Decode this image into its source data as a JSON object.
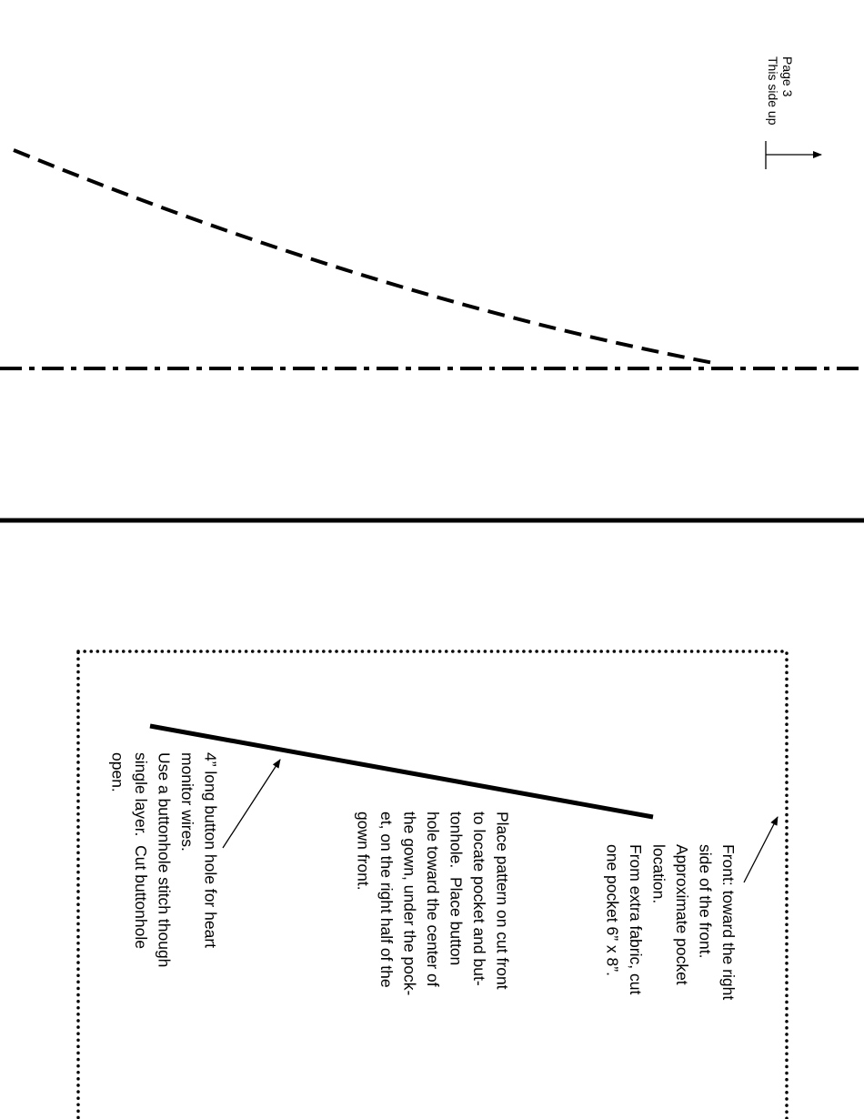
{
  "header": {
    "page_label": "Page 3",
    "orientation_note": "This side up"
  },
  "notes": {
    "front_note": "Front: toward the right\nside of the front.\nApproximate pocket\nlocation.\nFrom extra fabric, cut\none pocket 6” x 8”.",
    "placement_note": "Place pattern on cut front\nto locate pocket and but-\ntonhole.  Place button\nhole toward the center of\nthe gown, under the pock-\net, on the right half of the\ngown front.",
    "buttonhole_note": "4” long button hole for heart\nmonitor wires.\nUse a buttonhole stitch though\nsingle layer.  Cut buttonhole\nopen."
  },
  "colors": {
    "ink": "#000000",
    "paper": "#ffffff"
  }
}
